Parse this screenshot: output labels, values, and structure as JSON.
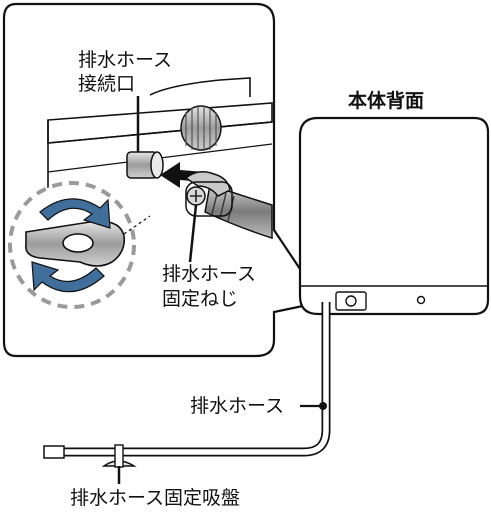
{
  "labels": {
    "drain_hose_connection": "排水ホース\n接続口",
    "unit_back": "本体背面",
    "drain_hose_fixing_screw": "排水ホース\n固定ねじ",
    "drain_hose": "排水ホース",
    "drain_hose_suction_cup": "排水ホース固定吸盤"
  },
  "colors": {
    "line": "#111111",
    "metal_gray": "#b4b4b4",
    "arrow_blue": "#3f6f9a",
    "dash": "#9a9a9a"
  }
}
